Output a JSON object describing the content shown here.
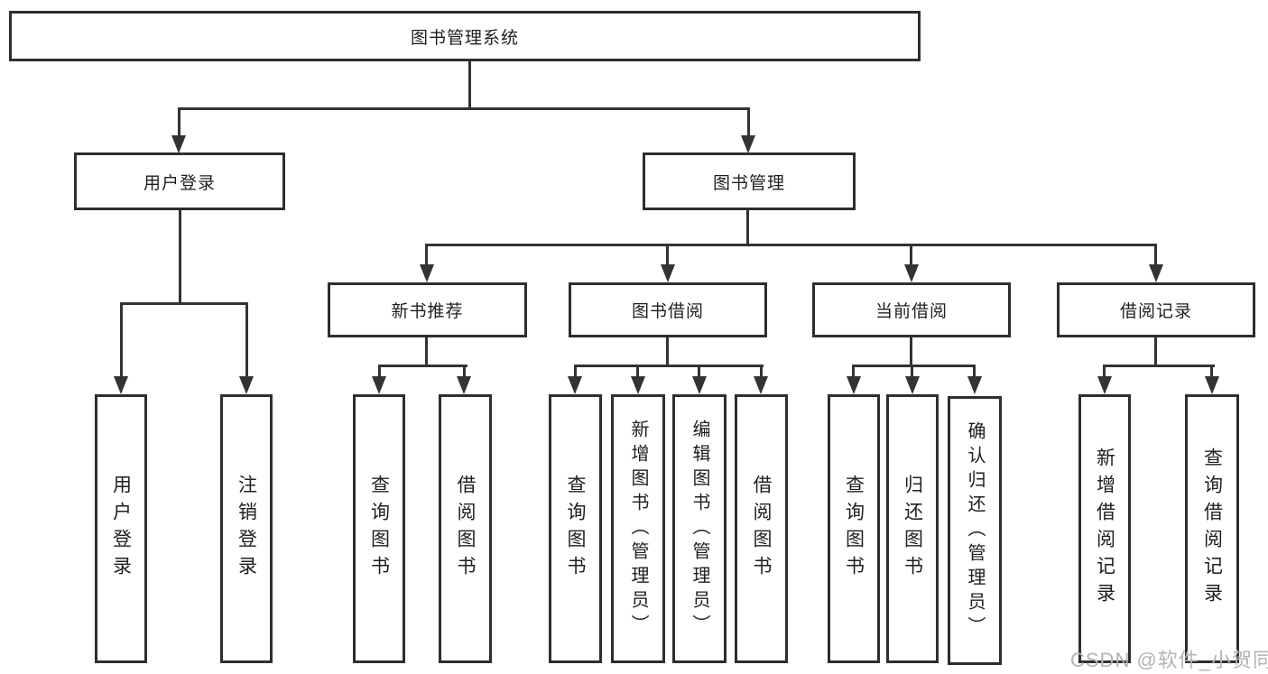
{
  "diagram": {
    "root": {
      "label": "图书管理系统"
    },
    "branches": [
      {
        "label": "用户登录",
        "children": [
          {
            "label": "用户登录"
          },
          {
            "label": "注销登录"
          }
        ]
      },
      {
        "label": "图书管理",
        "children": [
          {
            "label": "新书推荐",
            "children": [
              {
                "label": "查询图书"
              },
              {
                "label": "借阅图书"
              }
            ]
          },
          {
            "label": "图书借阅",
            "children": [
              {
                "label": "查询图书"
              },
              {
                "label": "新增图书（管理员）"
              },
              {
                "label": "编辑图书（管理员）"
              },
              {
                "label": "借阅图书"
              }
            ]
          },
          {
            "label": "当前借阅",
            "children": [
              {
                "label": "查询图书"
              },
              {
                "label": "归还图书"
              },
              {
                "label": "确认归还（管理员）"
              }
            ]
          },
          {
            "label": "借阅记录",
            "children": [
              {
                "label": "新增借阅记录"
              },
              {
                "label": "查询借阅记录"
              }
            ]
          }
        ]
      }
    ]
  },
  "watermark": {
    "text": "CSDN @软件_小贺同学"
  },
  "colors": {
    "line": "#333333",
    "box_border": "#2e2e2e",
    "text": "#1f1f1f",
    "background": "#ffffff",
    "watermark": "#b3b3b3"
  }
}
